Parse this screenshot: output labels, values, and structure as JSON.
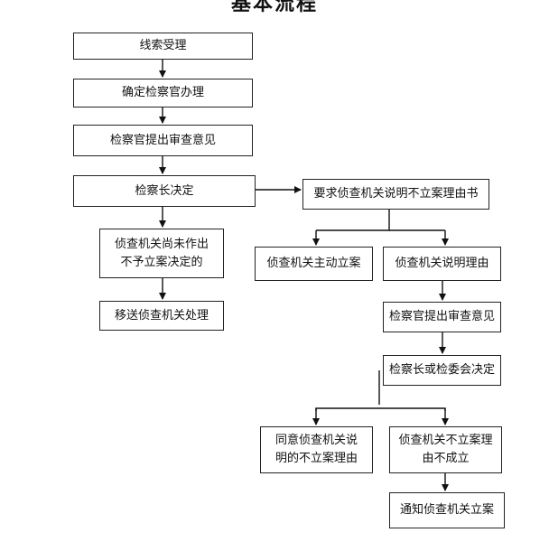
{
  "title": "基本流程",
  "nodes": {
    "clue_acceptance": "线索受理",
    "assign_prosecutor": "确定检察官办理",
    "prosecutor_opinion": "检察官提出审查意见",
    "chief_decision": "检察长决定",
    "not_yet_decided": "侦查机关尚未作出\n不予立案决定的",
    "transfer": "移送侦查机关处理",
    "require_explanation": "要求侦查机关说明不立案理由书",
    "proactive_case": "侦查机关主动立案",
    "explain_reason": "侦查机关说明理由",
    "prosecutor_opinion_2": "检察官提出审查意见",
    "chief_or_committee": "检察长或检委会决定",
    "agree_reason": "同意侦查机关说\n明的不立案理由",
    "reason_invalid": "侦查机关不立案理\n由不成立",
    "notify_case": "通知侦查机关立案"
  }
}
